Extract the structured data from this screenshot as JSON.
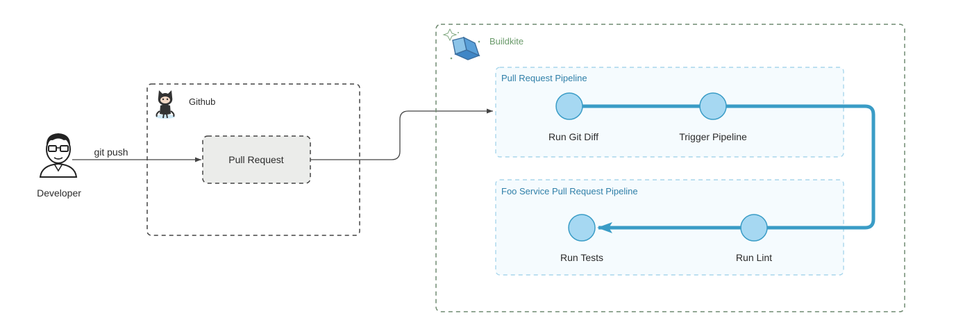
{
  "developer": {
    "label": "Developer"
  },
  "edge_push": {
    "label": "git push"
  },
  "github": {
    "title": "Github",
    "pull_request": "Pull Request"
  },
  "buildkite": {
    "title": "Buildkite",
    "pr_pipeline": {
      "title": "Pull Request Pipeline",
      "steps": [
        "Run Git Diff",
        "Trigger Pipeline"
      ]
    },
    "foo_pipeline": {
      "title": "Foo Service Pull Request Pipeline",
      "steps": [
        "Run Lint",
        "Run Tests"
      ]
    }
  },
  "colors": {
    "pipeline_blue": "#3a9cc6",
    "node_fill": "#a6d8f2",
    "group_border": "#a8d6ec",
    "group_fill": "#f5fbfe",
    "title_blue": "#2f7fa8",
    "buildkite_green": "#6a9a6a",
    "dark_border": "#444444",
    "pr_fill": "#ebecea"
  }
}
